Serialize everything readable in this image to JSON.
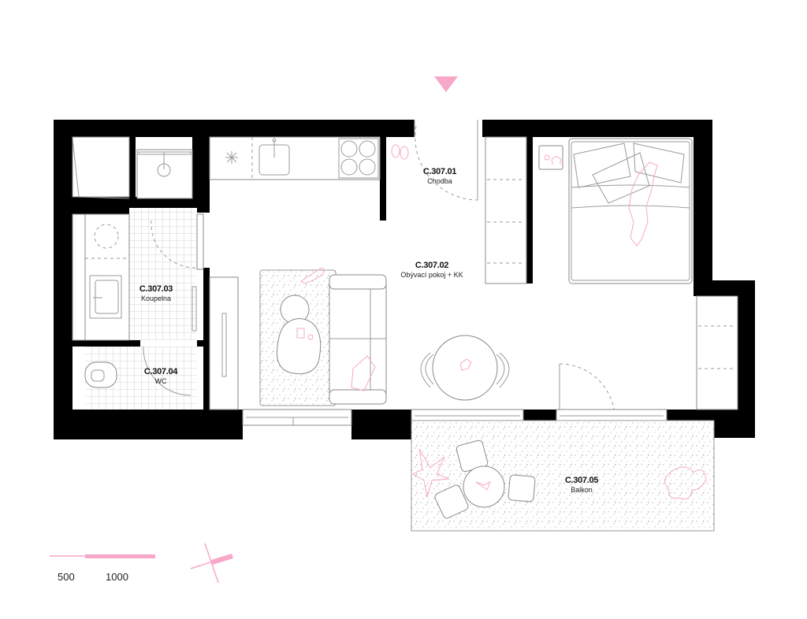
{
  "plan": {
    "accent_color": "#f7a8c8",
    "wall_color": "#000000",
    "entrance_marker": "entrance-triangle-icon",
    "rooms": [
      {
        "code": "C.307.01",
        "name": "Chodba"
      },
      {
        "code": "C.307.02",
        "name": "Obývací pokoj + KK"
      },
      {
        "code": "C.307.03",
        "name": "Koupelna"
      },
      {
        "code": "C.307.04",
        "name": "WC"
      },
      {
        "code": "C.307.05",
        "name": "Balkon"
      }
    ]
  },
  "scale_bar": {
    "labels": [
      "500",
      "1000"
    ]
  },
  "north_arrow": {
    "icon": "north-arrow-icon"
  }
}
